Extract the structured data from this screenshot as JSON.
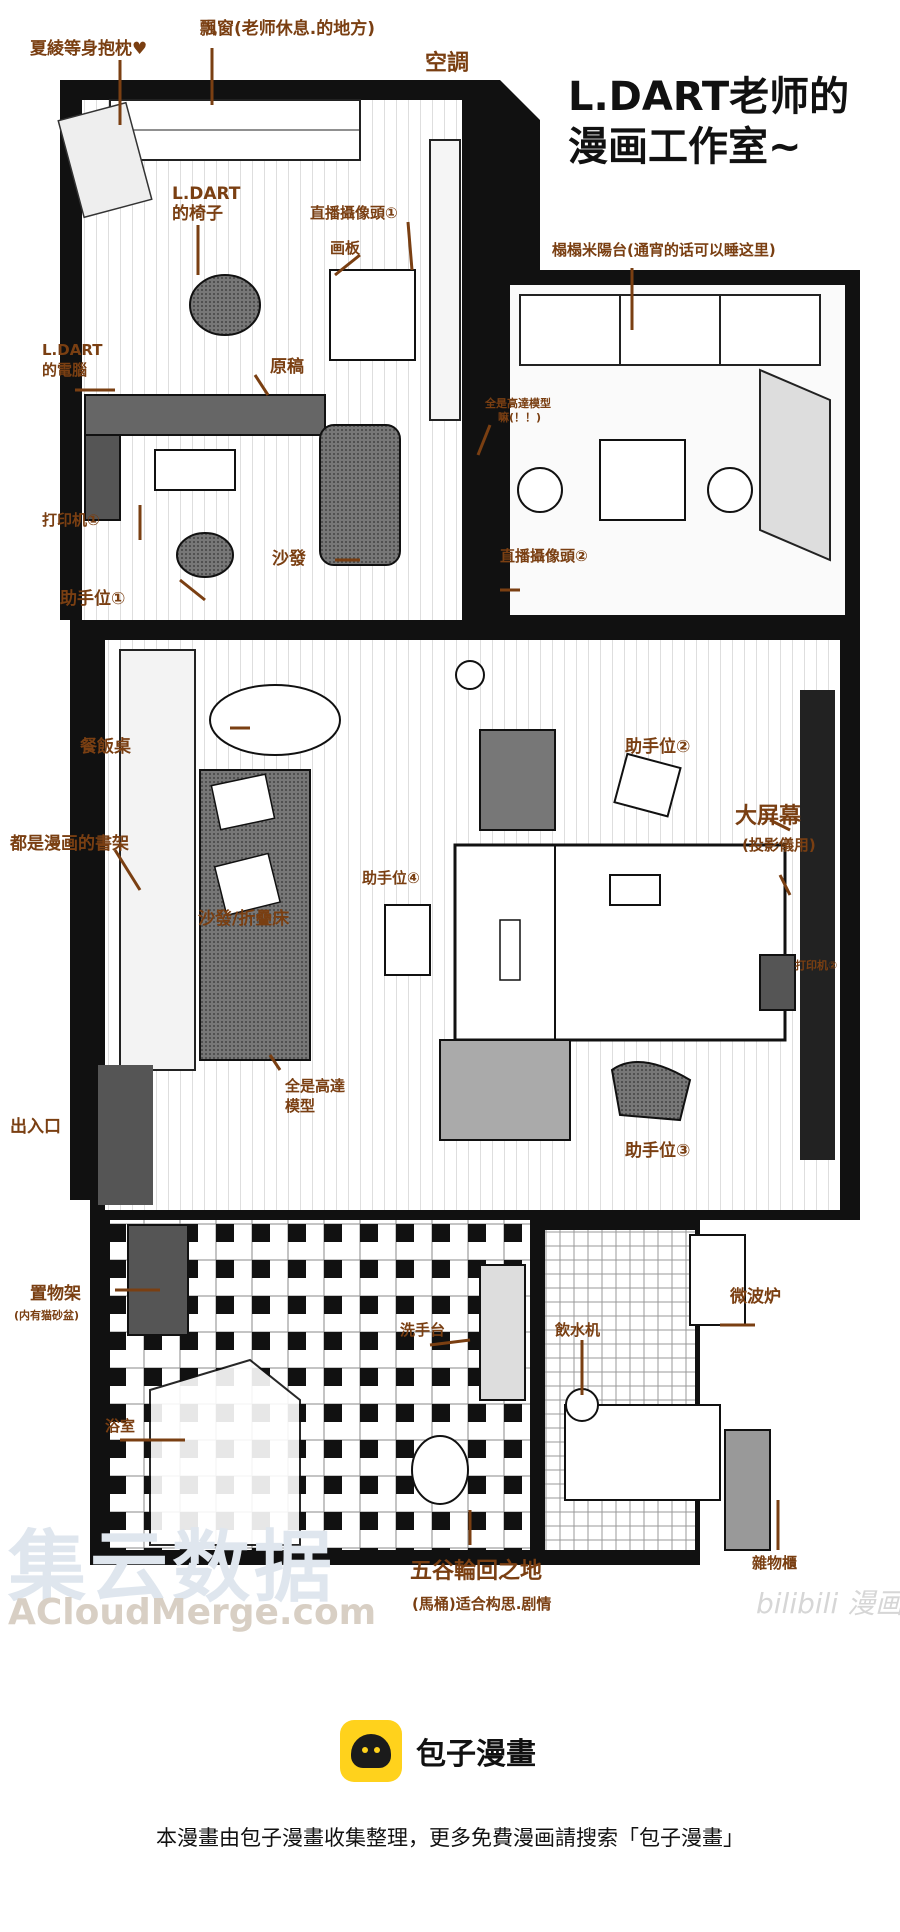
{
  "title": {
    "line1": "L.DART老师的",
    "line2": "漫画工作室~"
  },
  "labels": {
    "body_pillow": "夏綾等身抱枕♥",
    "bay_window": "飄窗(老师休息.的地方)",
    "aircon": "空調",
    "chair_line1": "L.DART",
    "chair_line2": "的椅子",
    "drawing_board": "画板",
    "stream_cam1": "直播攝像頭①",
    "computer_line1": "L.DART",
    "computer_line2": "的電腦",
    "manuscript": "原稿",
    "gundam_top_line1": "全是高達模型",
    "gundam_top_line2": "嘛(！！)",
    "balcony": "榻榻米陽台(通宵的话可以睡这里)",
    "printer1": "打印机①",
    "sofa": "沙發",
    "stream_cam2": "直播攝像頭②",
    "assistant1": "助手位①",
    "dining_table": "餐飯桌",
    "bookshelf": "都是漫画的書架",
    "assistant2": "助手位②",
    "big_screen": "大屏幕",
    "projector": "(投影儀用)",
    "assistant4": "助手位④",
    "sofa_bed": "沙發/折疊床",
    "printer2": "打印机②",
    "gundam_bottom_line1": "全是高達",
    "gundam_bottom_line2": "模型",
    "entrance": "出入口",
    "assistant3": "助手位③",
    "storage_rack": "置物架",
    "cat_litter": "(内有猫砂盆)",
    "sink": "洗手台",
    "water_dispenser": "飲水机",
    "microwave": "微波炉",
    "bathroom": "浴室",
    "toilet_line1": "五谷輪回之地",
    "toilet_line2": "(馬桶)适合构思.剧情",
    "cabinet": "雜物櫃"
  },
  "watermarks": {
    "cn": "集云数据",
    "url": "ACloudMerge.com",
    "bili": "bilibili 漫画"
  },
  "footer": {
    "brand": "包子漫畫",
    "notice": "本漫畫由包子漫畫收集整理，更多免費漫画請搜索「包子漫畫」"
  },
  "colors": {
    "label": "#7a3f12",
    "logo": "#ffd21c"
  }
}
